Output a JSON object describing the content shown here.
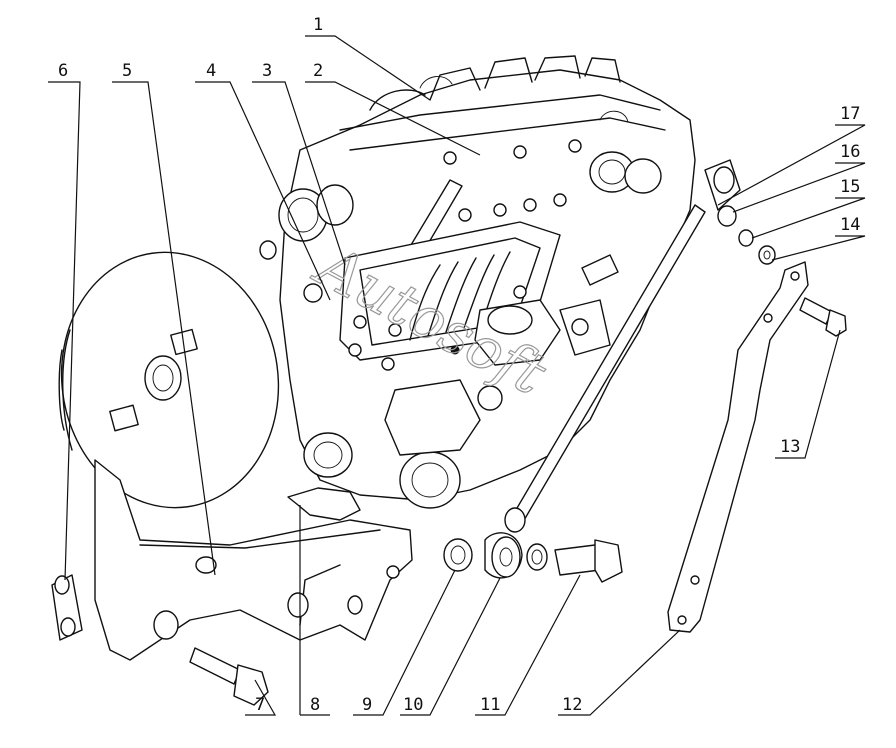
{
  "diagram": {
    "watermark": "Autosoft",
    "callouts": [
      "1",
      "2",
      "3",
      "4",
      "5",
      "6",
      "7",
      "8",
      "9",
      "10",
      "11",
      "12",
      "13",
      "14",
      "15",
      "16",
      "17"
    ]
  }
}
